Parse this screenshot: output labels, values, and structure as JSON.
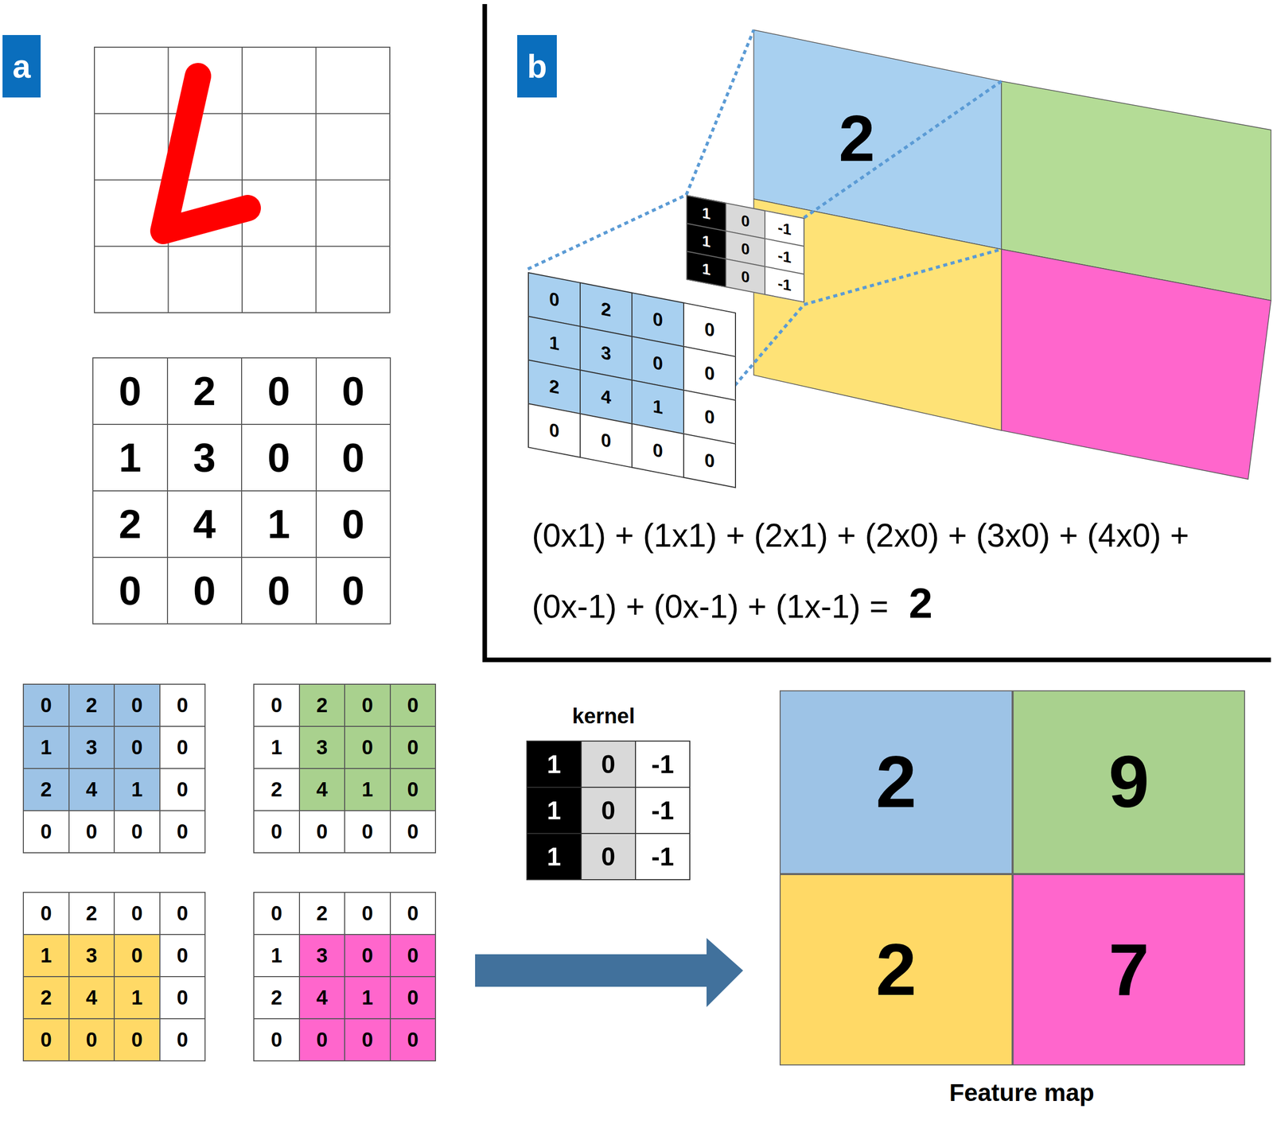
{
  "diagram": {
    "nodes": [
      {
        "text": [
          "a"
        ]
      },
      {
        "text": [
          "b"
        ]
      },
      {
        "text": [
          "2"
        ]
      },
      {
        "text": [
          "9"
        ]
      },
      {
        "text": [
          "2"
        ]
      },
      {
        "text": [
          "7"
        ]
      }
    ],
    "labels": [
      "0",
      "2",
      "0",
      "0",
      "1",
      "3",
      "0",
      "0",
      "2",
      "4",
      "1",
      "0",
      "0",
      "0",
      "0",
      "0",
      "2",
      "0",
      "2",
      "0",
      "0",
      "1",
      "3",
      "0",
      "0",
      "2",
      "4",
      "1",
      "0",
      "0",
      "0",
      "0",
      "0",
      "1",
      "0",
      "-1",
      "1",
      "0",
      "-1",
      "1",
      "0",
      "-1",
      "(0x1) + (1x1) + (2x1) + (2x0) + (3x0) + (4x0) +",
      "(0x-1) + (0x-1) + (1x-1) =",
      "2",
      "kernel",
      "1",
      "0",
      "-1",
      "1",
      "0",
      "-1",
      "1",
      "0",
      "-1",
      "0",
      "2",
      "0",
      "0",
      "1",
      "3",
      "0",
      "0",
      "2",
      "4",
      "1",
      "0",
      "0",
      "0",
      "0",
      "0",
      "0",
      "2",
      "0",
      "0",
      "1",
      "3",
      "0",
      "0",
      "2",
      "4",
      "1",
      "0",
      "0",
      "0",
      "0",
      "0",
      "0",
      "2",
      "0",
      "0",
      "1",
      "3",
      "0",
      "0",
      "2",
      "4",
      "1",
      "0",
      "0",
      "0",
      "0",
      "0",
      "0",
      "2",
      "0",
      "0",
      "1",
      "3",
      "0",
      "0",
      "2",
      "4",
      "1",
      "0",
      "0",
      "0",
      "0",
      "0",
      "Feature map"
    ]
  }
}
